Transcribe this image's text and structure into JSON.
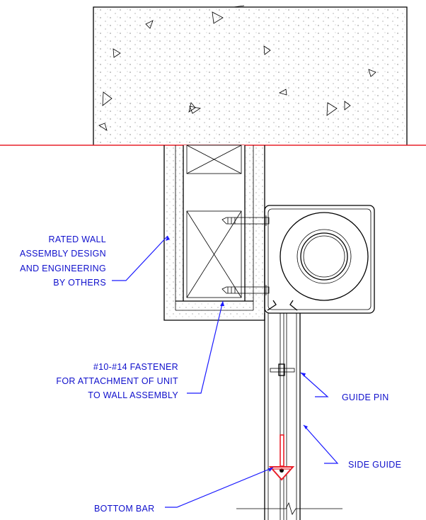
{
  "callouts": {
    "wall": [
      "RATED WALL",
      "ASSEMBLY DESIGN",
      "AND ENGINEERING",
      "BY OTHERS"
    ],
    "fastener": [
      "#10-#14 FASTENER",
      "FOR ATTACHMENT OF UNIT",
      "TO WALL ASSEMBLY"
    ],
    "guide_pin": "GUIDE PIN",
    "side_guide": "SIDE GUIDE",
    "bottom_bar": "BOTTOM BAR"
  },
  "colors": {
    "ceiling_line": "#e8202a",
    "callout_text": "#1010cc",
    "leader": "#1a1aff",
    "bottom_bar": "#e8202a"
  }
}
